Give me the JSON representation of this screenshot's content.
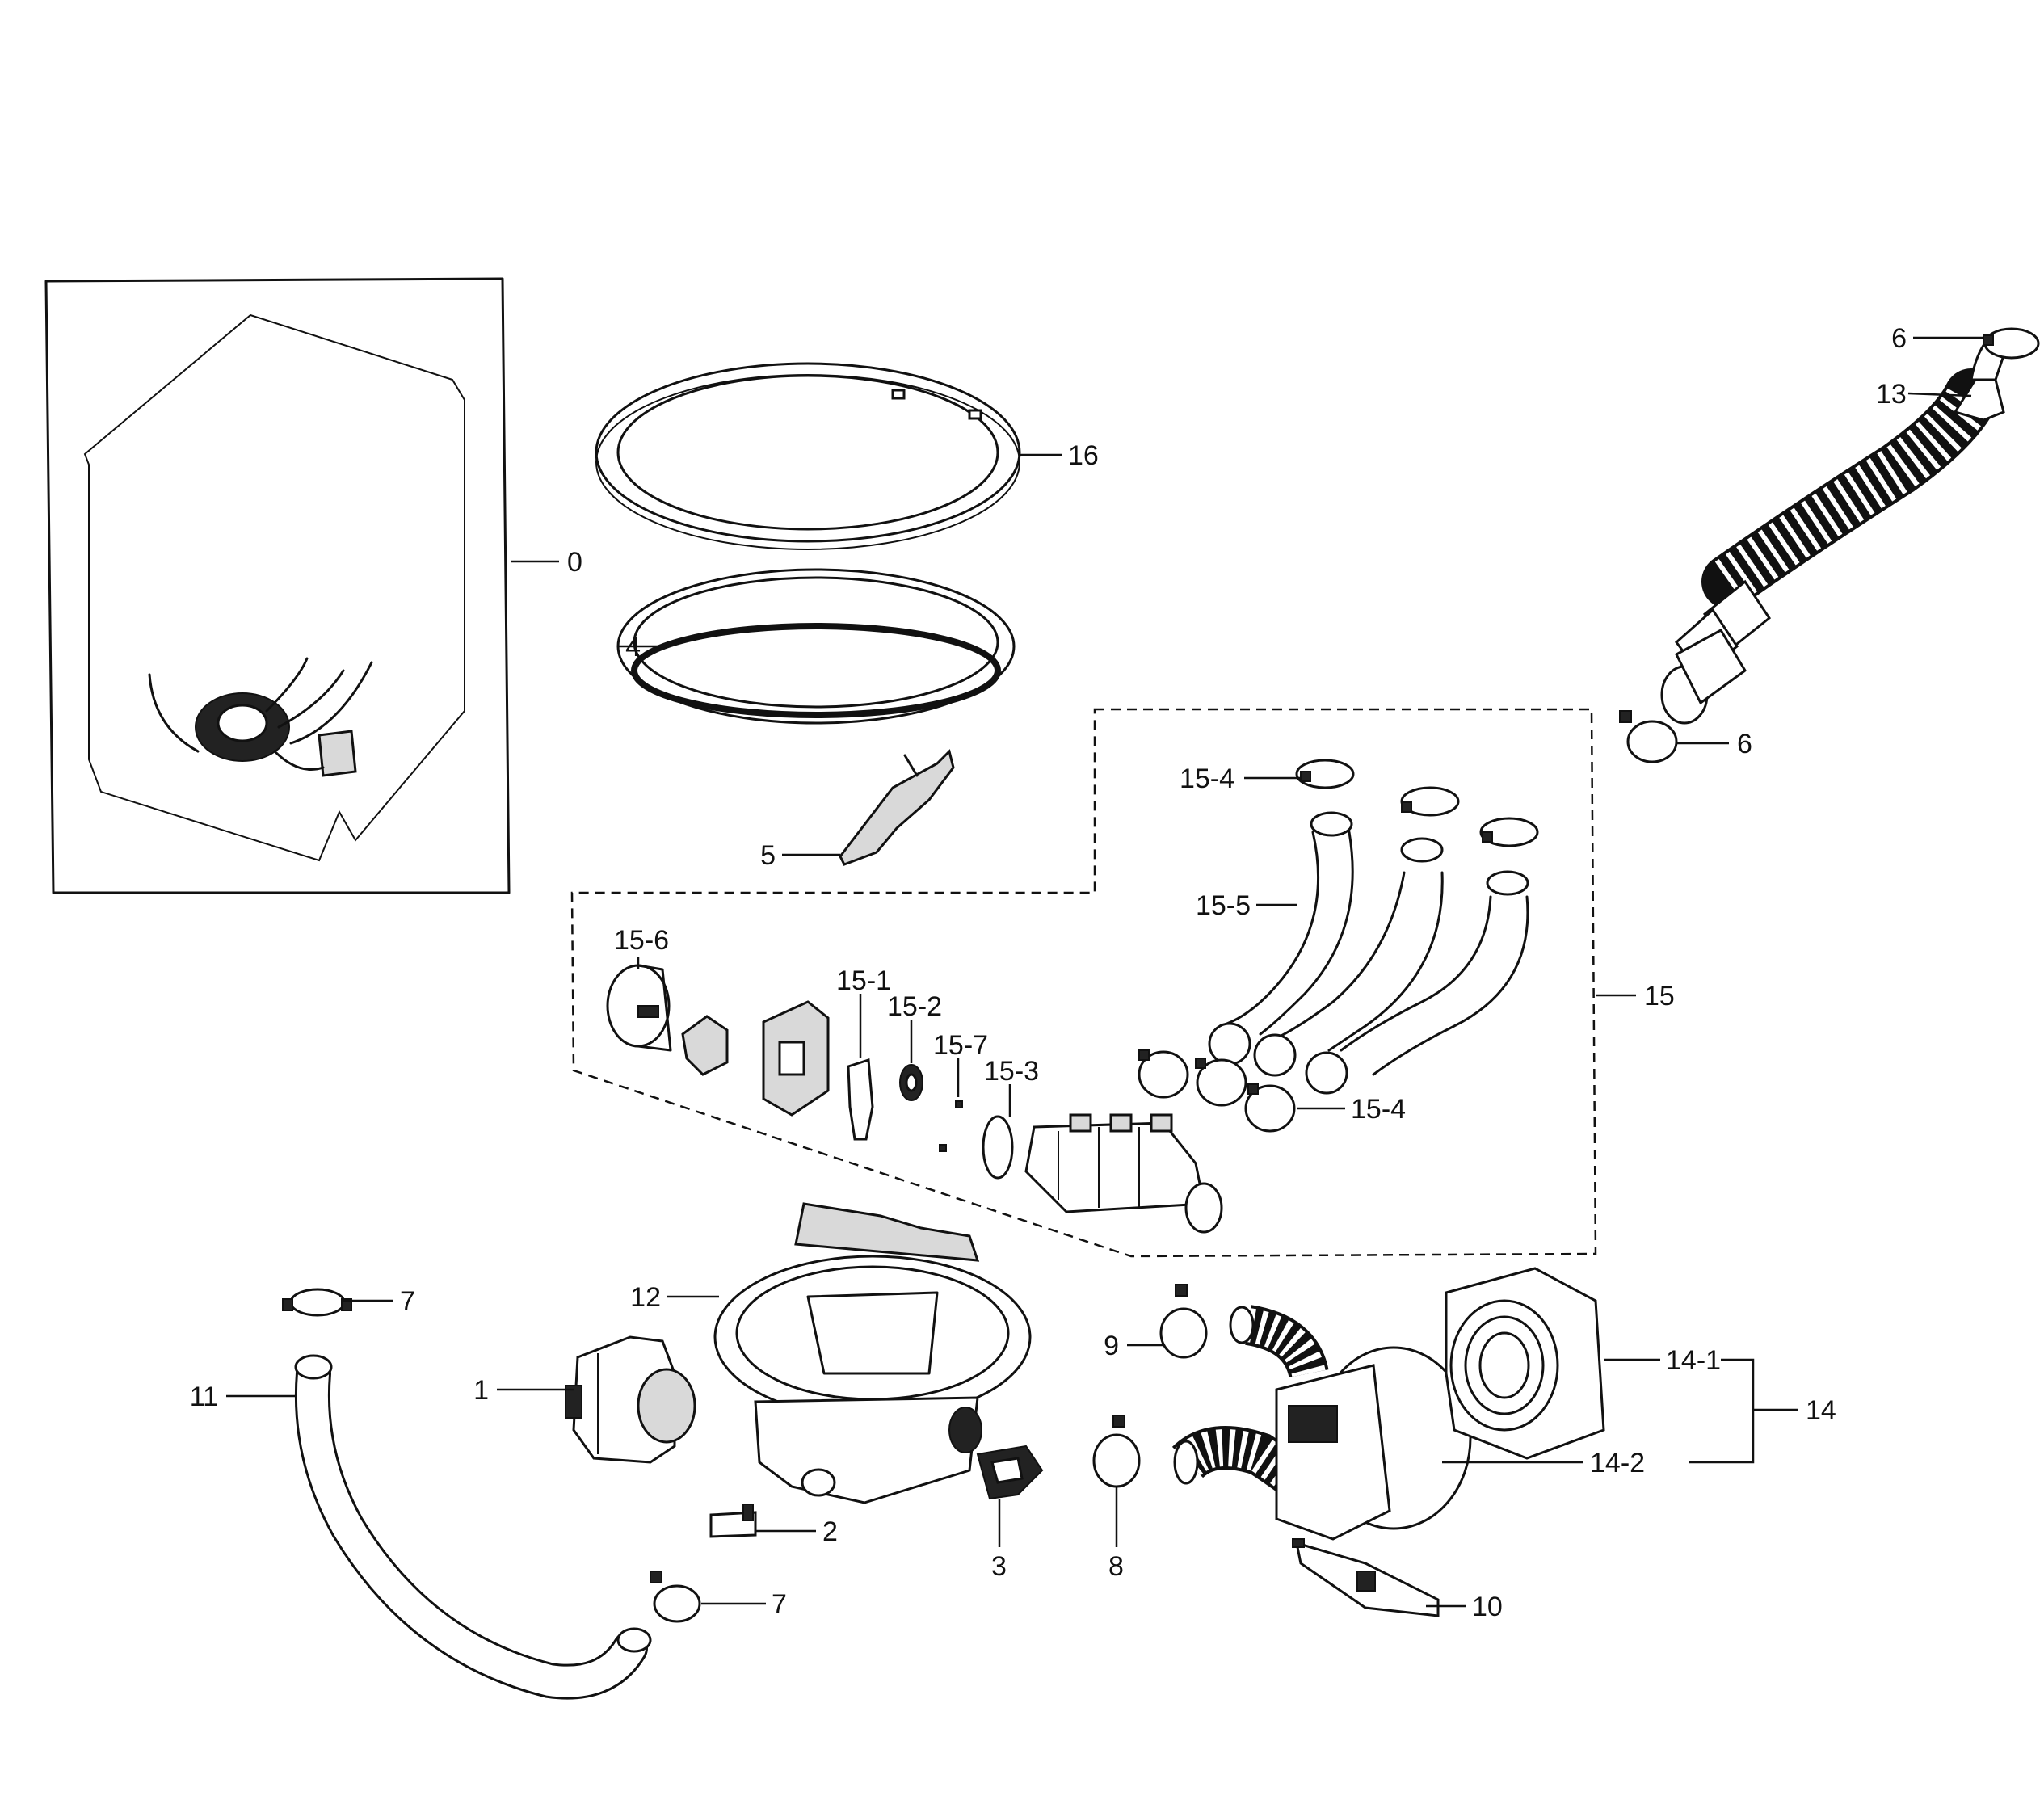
{
  "labels": {
    "l0": "0",
    "l1": "1",
    "l2": "2",
    "l3": "3",
    "l4": "4",
    "l5": "5",
    "l6a": "6",
    "l6b": "6",
    "l7a": "7",
    "l7b": "7",
    "l8": "8",
    "l9": "9",
    "l10": "10",
    "l11": "11",
    "l12": "12",
    "l13": "13",
    "l14": "14",
    "l14_1": "14-1",
    "l14_2": "14-2",
    "l15": "15",
    "l15_1": "15-1",
    "l15_2": "15-2",
    "l15_3": "15-3",
    "l15_4a": "15-4",
    "l15_4b": "15-4",
    "l15_5": "15-5",
    "l15_6": "15-6",
    "l15_7": "15-7",
    "l16": "16"
  }
}
